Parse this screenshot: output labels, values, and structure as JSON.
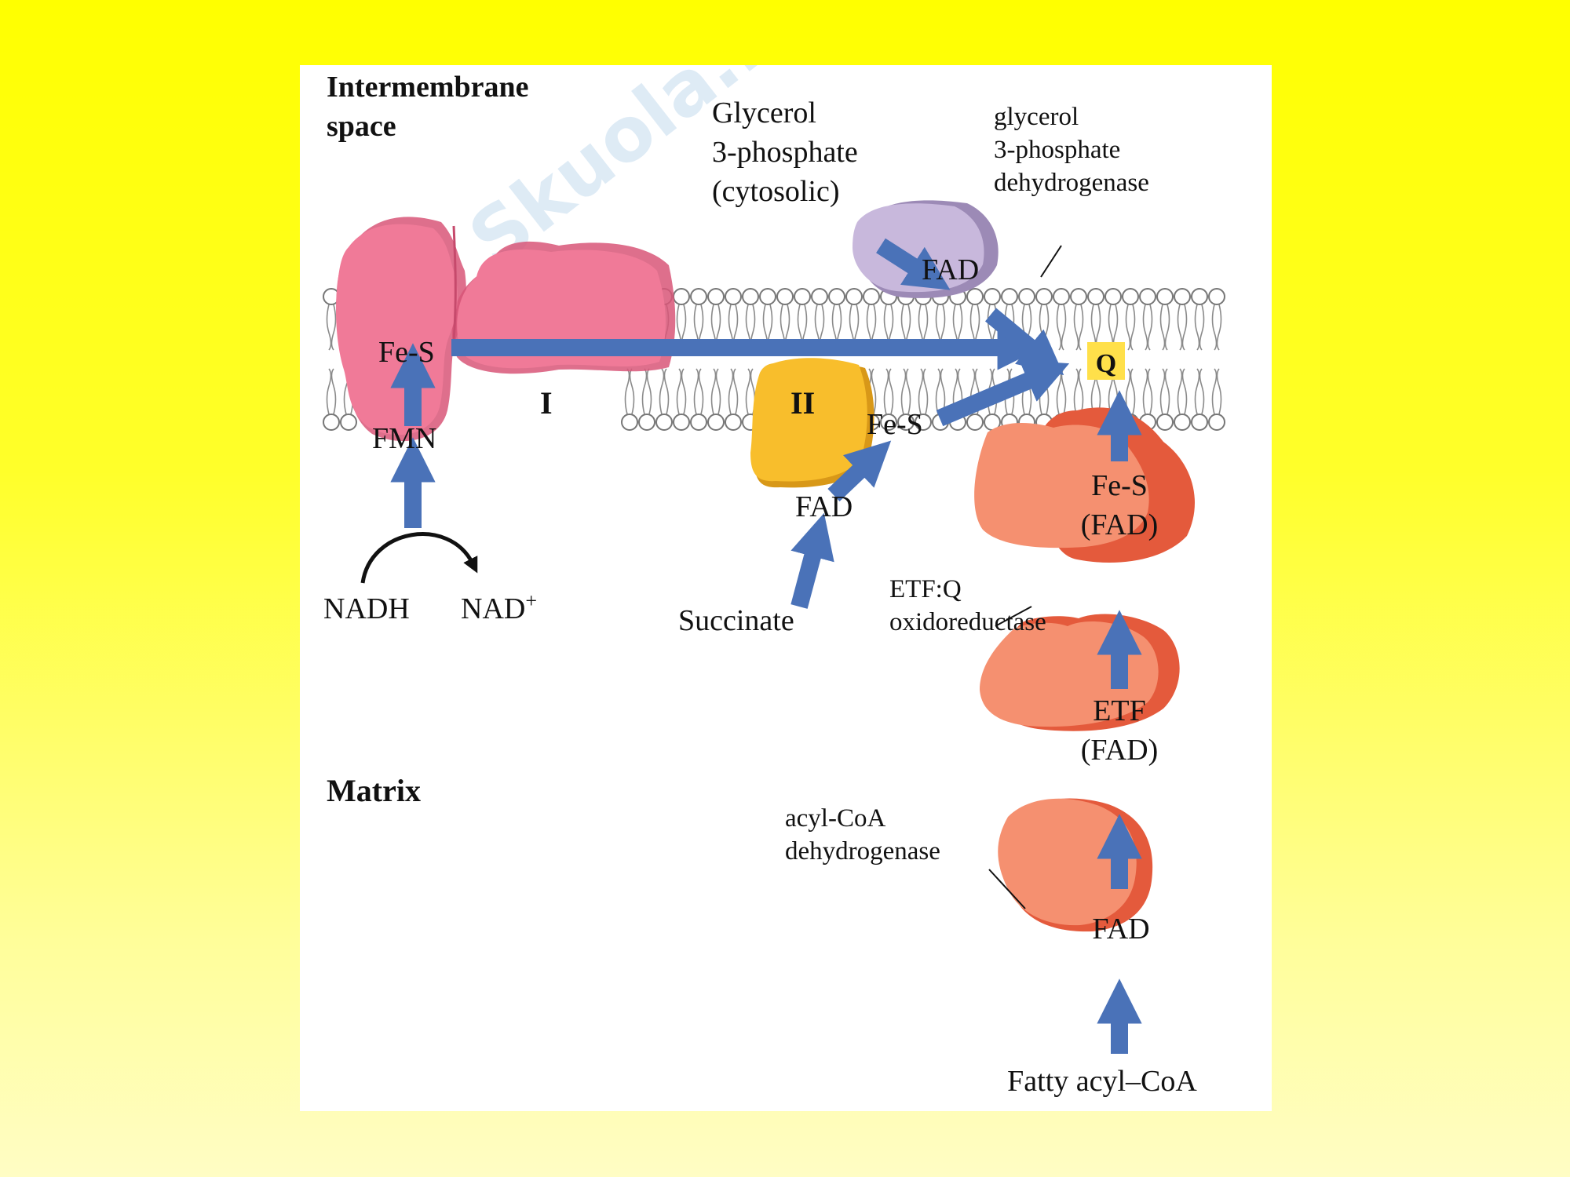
{
  "colors": {
    "background_top": "#ffff00",
    "panel": "#ffffff",
    "complex_I": "#f07a98",
    "complex_II": "#f8be2c",
    "glycerol_enzyme": "#c8b8dc",
    "etf_enzymes": "#f59070",
    "arrow": "#4a72b8",
    "q_box": "#ffe04a"
  },
  "regions": {
    "intermembrane_line1": "Intermembrane",
    "intermembrane_line2": "space",
    "matrix": "Matrix"
  },
  "complex_I": {
    "name": "I",
    "fes": "Fe-S",
    "fmn": "FMN",
    "nadh": "NADH",
    "nad_base": "NAD",
    "nad_sup": "+"
  },
  "complex_II": {
    "name": "II",
    "fes": "Fe-S",
    "fad": "FAD",
    "substrate": "Succinate"
  },
  "glycerol": {
    "substrate_line1": "Glycerol",
    "substrate_line2": "3-phosphate",
    "substrate_line3": "(cytosolic)",
    "enzyme_line1": "glycerol",
    "enzyme_line2": "3-phosphate",
    "enzyme_line3": "dehydrogenase",
    "fad": "FAD"
  },
  "q": {
    "label": "Q"
  },
  "etf_q": {
    "line1": "Fe-S",
    "line2": "(FAD)",
    "name_line1": "ETF:Q",
    "name_line2": "oxidoreductase"
  },
  "etf": {
    "line1": "ETF",
    "line2": "(FAD)"
  },
  "acyl": {
    "name_line1": "acyl-CoA",
    "name_line2": "dehydrogenase",
    "fad": "FAD",
    "substrate": "Fatty acyl–CoA"
  },
  "watermark": {
    "text": "Skuola.net"
  }
}
